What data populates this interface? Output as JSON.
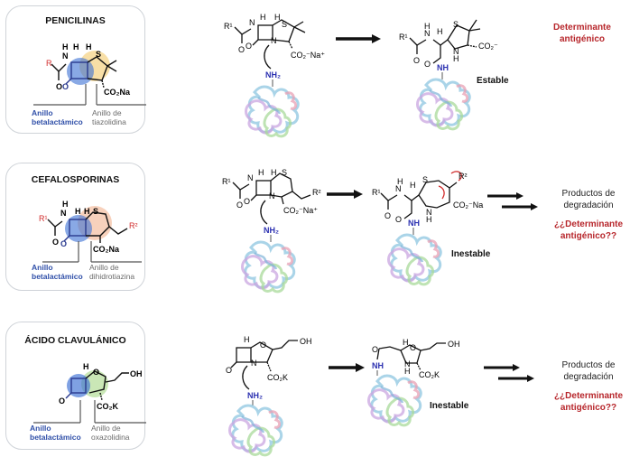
{
  "colors": {
    "beta_lactam_ring": "#3b6fd4",
    "thiazolidine_ring": "#f2c55c",
    "dihydrothiazine_ring": "#f0a47a",
    "oxazolidine_ring": "#9fd37a",
    "r_group": "#d12b2b",
    "nitrogen_label": "#2a2fb0",
    "determinant_text": "#b7262b",
    "panel_border": "#cfd3d8"
  },
  "rows": [
    {
      "id": "penicilinas",
      "panel": {
        "title": "PENICILINAS",
        "core_labels": {
          "r": "R",
          "h1": "H",
          "h2": "H",
          "h3": "H",
          "n": "N",
          "s": "S",
          "o": "O",
          "carboxyl": "CO₂Na"
        },
        "ring_left_label_1": "Anillo",
        "ring_left_label_2": "betalactámico",
        "ring_right_label_1": "Anillo de",
        "ring_right_label_2": "tiazolidina"
      },
      "reactant": {
        "r": "R¹",
        "carboxyl": "CO₂⁻Na⁺",
        "amine": "NH₂",
        "s": "S",
        "n": "N",
        "o": "O",
        "h": "H"
      },
      "product": {
        "r": "R¹",
        "carboxyl": "CO₂⁻",
        "amide": "NH",
        "s": "S",
        "n": "N",
        "h": "H",
        "o": "O"
      },
      "product_stability": "Estable",
      "outcome": {
        "line1": "Determinante",
        "line2": "antigénico"
      }
    },
    {
      "id": "cefalosporinas",
      "panel": {
        "title": "CEFALOSPORINAS",
        "core_labels": {
          "r1": "R¹",
          "r2": "R²",
          "h1": "H",
          "h2": "H",
          "h3": "H",
          "n": "N",
          "s": "S",
          "o": "O",
          "carboxyl": "CO₂Na"
        },
        "ring_left_label_1": "Anillo",
        "ring_left_label_2": "betalactámico",
        "ring_right_label_1": "Anillo de",
        "ring_right_label_2": "dihidrotiazina"
      },
      "reactant": {
        "r1": "R¹",
        "r2": "R²",
        "carboxyl": "CO₂⁻Na⁺",
        "amine": "NH₂",
        "s": "S",
        "n": "N",
        "o": "O",
        "h": "H"
      },
      "product": {
        "r1": "R¹",
        "r2": "R²",
        "carboxyl": "CO₂⁻Na",
        "amide": "NH",
        "s": "S",
        "n": "N",
        "h": "H",
        "o": "O"
      },
      "product_stability": "Inestable",
      "outcome": {
        "line1": "Productos de",
        "line2": "degradación",
        "line3": "¿¿Determinante",
        "line4": "antigénico??"
      }
    },
    {
      "id": "acido-clavulanico",
      "panel": {
        "title": "ÁCIDO CLAVULÁNICO",
        "core_labels": {
          "h": "H",
          "o_ring": "O",
          "oh": "OH",
          "o": "O",
          "carboxyl": "CO₂K"
        },
        "ring_left_label_1": "Anillo",
        "ring_left_label_2": "betalactámico",
        "ring_right_label_1": "Anillo de",
        "ring_right_label_2": "oxazolidina"
      },
      "reactant": {
        "h": "H",
        "o_ring": "O",
        "oh": "OH",
        "n": "N",
        "o": "O",
        "carboxyl": "CO₂K",
        "amine": "NH₂"
      },
      "product": {
        "h": "H",
        "o_ring": "O",
        "oh": "OH",
        "n": "N",
        "o": "O",
        "carboxyl": "CO₂K",
        "amide": "NH"
      },
      "product_stability": "Inestable",
      "outcome": {
        "line1": "Productos de",
        "line2": "degradación",
        "line3": "¿¿Determinante",
        "line4": "antigénico??"
      }
    }
  ]
}
